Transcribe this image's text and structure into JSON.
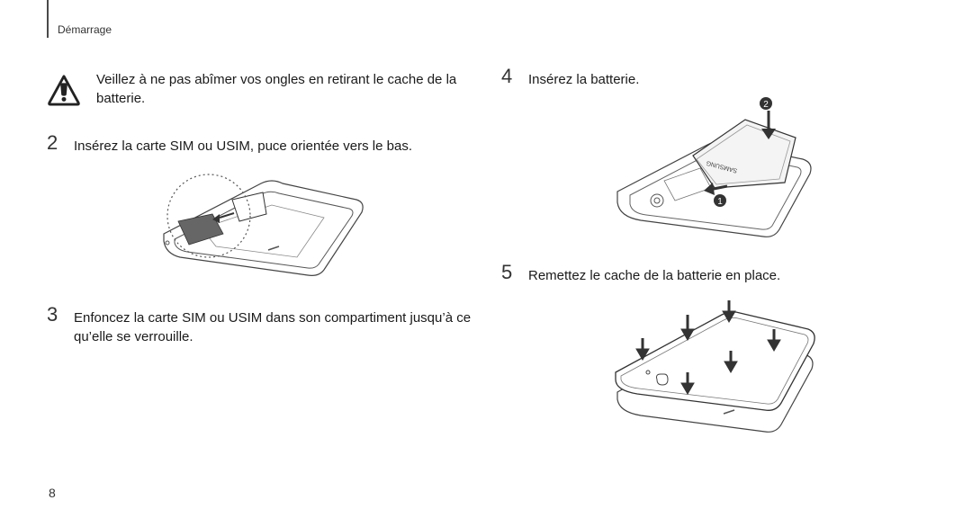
{
  "header": {
    "section_label": "Démarrage"
  },
  "warning": {
    "text": "Veillez à ne pas abîmer vos ongles en retirant le cache de la batterie."
  },
  "steps": [
    {
      "number": "2",
      "text": "Insérez la carte SIM ou USIM, puce orientée vers le bas."
    },
    {
      "number": "3",
      "text": "Enfoncez la carte SIM ou USIM dans son compartiment jusqu’à ce qu’elle se verrouille."
    },
    {
      "number": "4",
      "text": "Insérez la batterie."
    },
    {
      "number": "5",
      "text": "Remettez le cache de la batterie en place."
    }
  ],
  "figures": {
    "battery": {
      "callout_1": "1",
      "callout_2": "2",
      "battery_brand": "SAMSUNG"
    }
  },
  "footer": {
    "page_number": "8"
  }
}
